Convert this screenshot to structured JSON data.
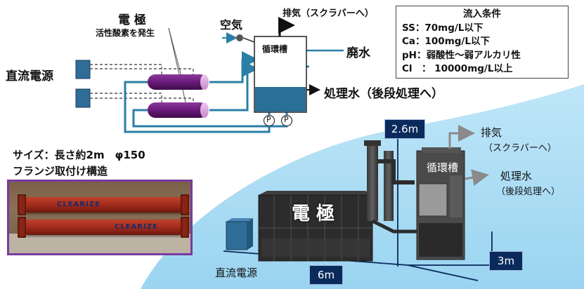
{
  "labels": {
    "electrode": "電 極",
    "electrode_sub": "活性酸素を発生",
    "air": "空気",
    "exhaust_top": "排気（スクラバーへ）",
    "tank": "循環槽",
    "waste": "廃水",
    "treated_top": "処理水（後段処理へ）",
    "dc_power": "直流電源",
    "pump": "P"
  },
  "conditions": {
    "title": "流入条件",
    "lines": [
      "SS：70mg/L以下",
      "Ca：100mg/L以下",
      "pH：弱酸性～弱アルカリ性",
      "Cl　： 10000mg/L以上"
    ]
  },
  "photo": {
    "size_line": "サイズ：長さ約2m　φ150",
    "structure_line": "フランジ取付け構造",
    "pipe_text": "CLEARIZE"
  },
  "equipment": {
    "height": "2.6m",
    "width": "6m",
    "depth": "3m",
    "electrode": "電 極",
    "tank": "循環槽",
    "exhaust_line1": "排気",
    "exhaust_line2": "（スクラバーへ）",
    "treated_line1": "処理水",
    "treated_line2": "（後段処理へ）",
    "dc_power": "直流電源"
  },
  "colors": {
    "pipe": "#2a7fa6",
    "electrode_tube": "#6a1a7a",
    "water": "#2a6f96",
    "power_box": "#2f6d98",
    "sky_bg": "#a9dcf3",
    "dimension_box": "#0b2a5c"
  }
}
